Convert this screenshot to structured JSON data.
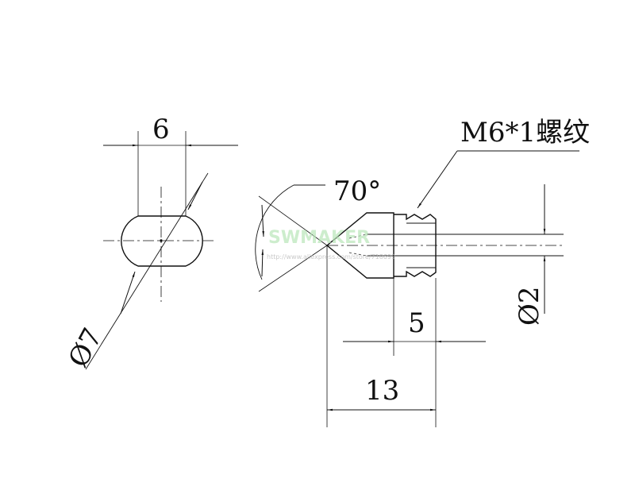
{
  "drawing": {
    "colors": {
      "line": "#111111",
      "watermark": "#b8e6b8",
      "background": "#ffffff"
    },
    "end_view": {
      "width_label": "6",
      "diameter_label": "Ø7"
    },
    "side_view": {
      "angle_label": "70°",
      "thread_label": "M6*1螺纹",
      "thread_length_label": "5",
      "total_length_label": "13",
      "bore_label": "Ø2"
    },
    "watermark": {
      "brand": "SWMAKER",
      "url": "http://www.aliexpress.com/store/718699"
    }
  }
}
